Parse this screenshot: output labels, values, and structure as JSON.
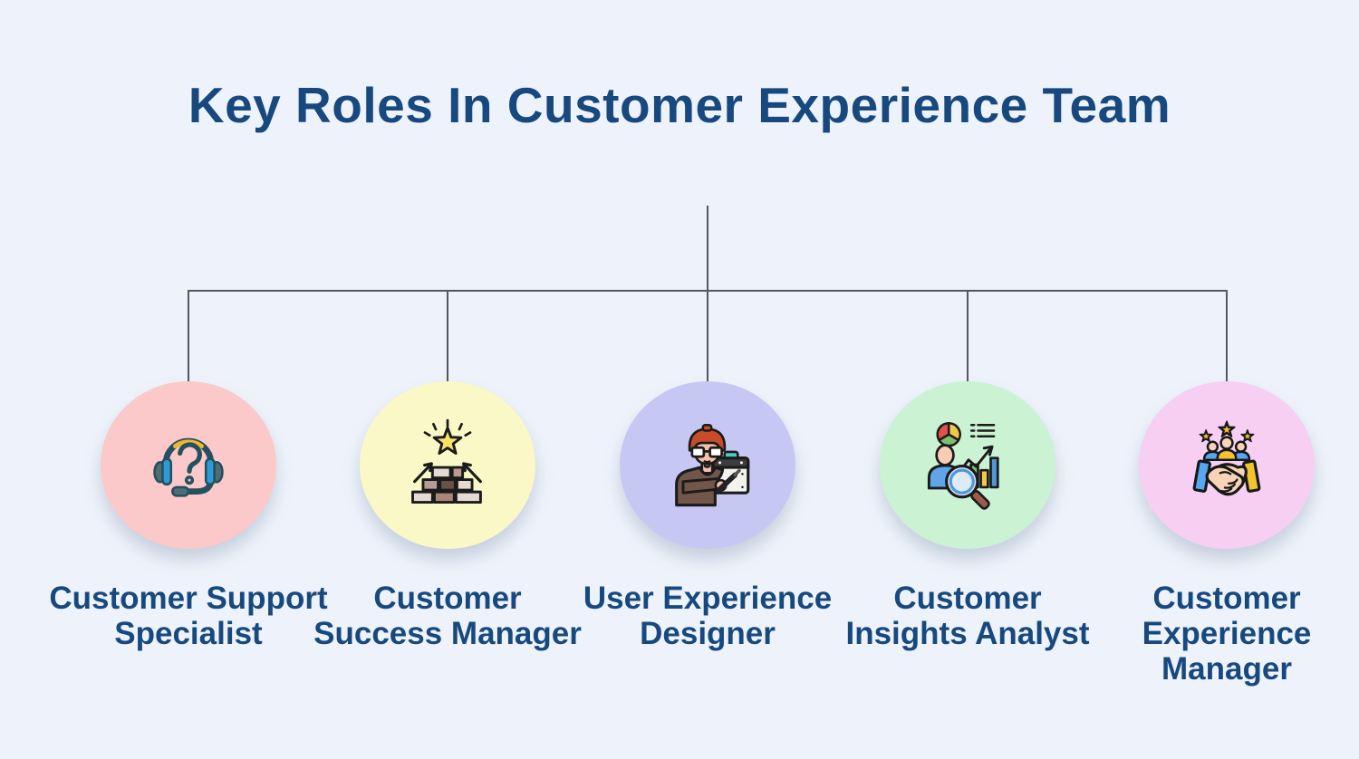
{
  "title": "Key Roles In Customer Experience Team",
  "theme": {
    "background_color": "#eef3fb",
    "title_color": "#17497f",
    "label_color": "#17497f",
    "connector_color": "#53575e"
  },
  "roles": [
    {
      "label": "Customer Support\nSpecialist",
      "icon": "headset-question-icon",
      "circle_color": "#fbc9c9"
    },
    {
      "label": "Customer\nSuccess Manager",
      "icon": "star-brick-growth-icon",
      "circle_color": "#f9f8c6"
    },
    {
      "label": "User Experience\nDesigner",
      "icon": "designer-drawing-tablet-icon",
      "circle_color": "#c7c7f3"
    },
    {
      "label": "Customer\nInsights Analyst",
      "icon": "analytics-magnifier-icon",
      "circle_color": "#cbf2d3"
    },
    {
      "label": "Customer\nExperience\nManager",
      "icon": "team-handshake-icon",
      "circle_color": "#f7cff3"
    }
  ]
}
